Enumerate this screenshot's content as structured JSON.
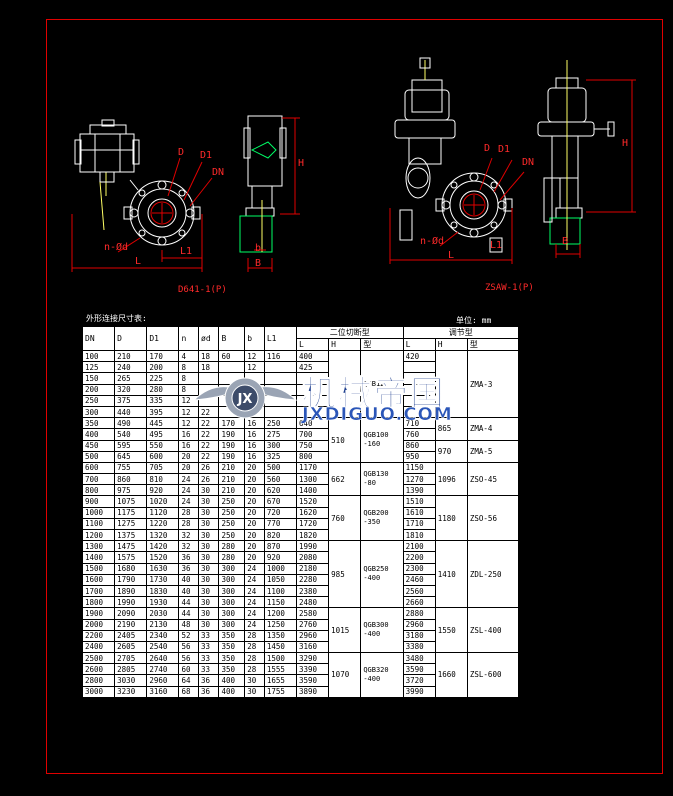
{
  "views": {
    "left_caption": "D641-1(P)",
    "right_caption": "ZSAW-1(P)"
  },
  "dim_labels": {
    "d": "D",
    "d1": "D1",
    "dn": "DN",
    "nd": "n-Ød",
    "l": "L",
    "l1": "L1",
    "b": "B",
    "b_small": "b",
    "h": "H"
  },
  "table": {
    "caption": "外形连接尺寸表:",
    "unit": "单位: mm",
    "group_headers": {
      "h2": "二位切断型",
      "h3": "调节型"
    },
    "columns": [
      "DN",
      "D",
      "D1",
      "n",
      "ød",
      "B",
      "b",
      "L1",
      "L",
      "H",
      "型",
      "L",
      "H",
      "型"
    ],
    "rows": [
      [
        "100",
        "210",
        "170",
        "4",
        "18",
        "60",
        "12",
        "116",
        "400"
      ],
      [
        "125",
        "240",
        "200",
        "8",
        "18",
        "",
        "12",
        "",
        "425"
      ],
      [
        "150",
        "265",
        "225",
        "8",
        "",
        "",
        "",
        "",
        ""
      ],
      [
        "200",
        "320",
        "280",
        "8",
        "",
        "",
        "",
        "",
        ""
      ],
      [
        "250",
        "375",
        "335",
        "12",
        "",
        "",
        "",
        "",
        ""
      ],
      [
        "300",
        "440",
        "395",
        "12",
        "22",
        "",
        "16",
        "",
        ""
      ],
      [
        "350",
        "490",
        "445",
        "12",
        "22",
        "170",
        "16",
        "250",
        "640"
      ],
      [
        "400",
        "540",
        "495",
        "16",
        "22",
        "190",
        "16",
        "275",
        "700"
      ],
      [
        "450",
        "595",
        "550",
        "16",
        "22",
        "190",
        "16",
        "300",
        "750"
      ],
      [
        "500",
        "645",
        "600",
        "20",
        "22",
        "190",
        "16",
        "325",
        "800"
      ],
      [
        "600",
        "755",
        "705",
        "20",
        "26",
        "210",
        "20",
        "500",
        "1170"
      ],
      [
        "700",
        "860",
        "810",
        "24",
        "26",
        "210",
        "20",
        "560",
        "1300"
      ],
      [
        "800",
        "975",
        "920",
        "24",
        "30",
        "210",
        "20",
        "620",
        "1400"
      ],
      [
        "900",
        "1075",
        "1020",
        "24",
        "30",
        "250",
        "20",
        "670",
        "1520"
      ],
      [
        "1000",
        "1175",
        "1120",
        "28",
        "30",
        "250",
        "20",
        "720",
        "1620"
      ],
      [
        "1100",
        "1275",
        "1220",
        "28",
        "30",
        "250",
        "20",
        "770",
        "1720"
      ],
      [
        "1200",
        "1375",
        "1320",
        "32",
        "30",
        "250",
        "20",
        "820",
        "1820"
      ],
      [
        "1300",
        "1475",
        "1420",
        "32",
        "30",
        "280",
        "20",
        "870",
        "1990"
      ],
      [
        "1400",
        "1575",
        "1520",
        "36",
        "30",
        "280",
        "20",
        "920",
        "2080"
      ],
      [
        "1500",
        "1680",
        "1630",
        "36",
        "30",
        "300",
        "24",
        "1000",
        "2180"
      ],
      [
        "1600",
        "1790",
        "1730",
        "40",
        "30",
        "300",
        "24",
        "1050",
        "2280"
      ],
      [
        "1700",
        "1890",
        "1830",
        "40",
        "30",
        "300",
        "24",
        "1100",
        "2380"
      ],
      [
        "1800",
        "1990",
        "1930",
        "44",
        "30",
        "300",
        "24",
        "1150",
        "2480"
      ],
      [
        "1900",
        "2090",
        "2030",
        "44",
        "30",
        "300",
        "24",
        "1200",
        "2580"
      ],
      [
        "2000",
        "2190",
        "2130",
        "48",
        "30",
        "300",
        "24",
        "1250",
        "2760"
      ],
      [
        "2200",
        "2405",
        "2340",
        "52",
        "33",
        "350",
        "28",
        "1350",
        "2960"
      ],
      [
        "2400",
        "2605",
        "2540",
        "56",
        "33",
        "350",
        "28",
        "1450",
        "3160"
      ],
      [
        "2500",
        "2705",
        "2640",
        "56",
        "33",
        "350",
        "28",
        "1500",
        "3290"
      ],
      [
        "2600",
        "2805",
        "2740",
        "60",
        "33",
        "350",
        "28",
        "1555",
        "3390"
      ],
      [
        "2800",
        "3030",
        "2960",
        "64",
        "36",
        "400",
        "30",
        "1655",
        "3590"
      ],
      [
        "3000",
        "3230",
        "3160",
        "68",
        "36",
        "400",
        "30",
        "1755",
        "3890"
      ]
    ],
    "h2_groups": [
      {
        "H": "",
        "type": "QGB12",
        "span": 6
      },
      {
        "H": "510",
        "type": "QGB100\n-160",
        "span": 4
      },
      {
        "H": "",
        "type": "",
        "span": 0
      },
      {
        "H": "662",
        "type": "QGB130\n-80",
        "span": 3
      },
      {
        "H": "760",
        "type": "QGB200\n-350",
        "span": 4
      },
      {
        "H": "985",
        "type": "QGB250\n-400",
        "span": 6
      },
      {
        "H": "1015",
        "type": "QGB300\n-400",
        "span": 4
      },
      {
        "H": "1070",
        "type": "QGB320\n-400",
        "span": 4
      }
    ],
    "h3_L": [
      "420",
      "",
      "",
      "",
      "",
      "",
      "710",
      "760",
      "860",
      "950",
      "1150",
      "1270",
      "1390",
      "1510",
      "1610",
      "1710",
      "1810",
      "2100",
      "2200",
      "2300",
      "2460",
      "2560",
      "2660",
      "2880",
      "2960",
      "3180",
      "3380",
      "3480",
      "3590",
      "3720",
      "3990"
    ],
    "h3_groups": [
      {
        "H": "",
        "type": "ZMA-3",
        "span": 6
      },
      {
        "H": "865",
        "type": "ZMA-4",
        "span": 2
      },
      {
        "H": "970",
        "type": "ZMA-5",
        "span": 2
      },
      {
        "H": "1096",
        "type": "ZSO-45",
        "span": 3
      },
      {
        "H": "1180",
        "type": "ZSO-56",
        "span": 4
      },
      {
        "H": "1410",
        "type": "ZDL-250",
        "span": 6
      },
      {
        "H": "1550",
        "type": "ZSL-400",
        "span": 4
      },
      {
        "H": "1660",
        "type": "ZSL-600",
        "span": 4
      }
    ]
  },
  "watermark": {
    "title": "机械帝国",
    "subtitle": "JXDIGUO.COM",
    "badge": "JX"
  }
}
